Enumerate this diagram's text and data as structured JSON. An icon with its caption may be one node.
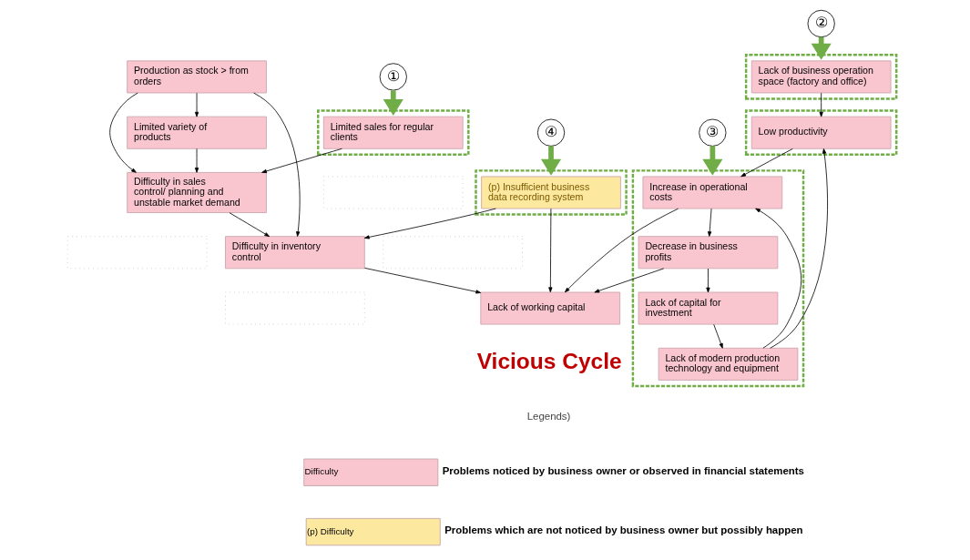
{
  "diagram": {
    "nodes": [
      {
        "text": [
          "Limited variety of products"
        ]
      },
      {
        "text": [
          "Production as stock > from orders"
        ]
      },
      {
        "text": [],
        "shape": "box"
      },
      {
        "text": [
          "Limited sales for regular clients"
        ],
        "in": 2
      },
      {
        "text": [
          "Difficulty in sales control/ planning and unstable market demand"
        ]
      },
      {
        "text": [
          "Difficulty in inventory control"
        ]
      },
      {
        "text": [],
        "shape": "box"
      },
      {
        "text": [
          "(p) Insufficient business data recording system"
        ],
        "in": 6
      },
      {
        "text": [],
        "shape": "box"
      },
      {
        "text": [],
        "shape": "box"
      },
      {
        "text": [],
        "shape": "box"
      },
      {
        "text": [
          "Lack of working capital"
        ]
      },
      {
        "text": [],
        "shape": "box"
      },
      {
        "text": [],
        "shape": "box"
      },
      {
        "text": [
          "Low productivity"
        ],
        "in": 13
      },
      {
        "text": [],
        "shape": "box"
      },
      {
        "text": [
          "Increase in operational costs"
        ],
        "in": 15
      },
      {
        "text": [
          "Decrease in business profits"
        ],
        "in": 15
      },
      {
        "text": [],
        "shape": "box"
      },
      {
        "text": [
          "Lack of business operation space (factory and office)"
        ],
        "in": 18
      },
      {
        "text": [
          "Lack of modern production technology and equipment"
        ],
        "in": 15
      },
      {
        "text": [
          "Lack of capital for investment"
        ],
        "in": 15
      },
      {
        "text": [
          "①"
        ]
      },
      {
        "text": [
          "②"
        ]
      },
      {
        "text": [
          "③"
        ]
      },
      {
        "text": [
          "④"
        ]
      }
    ],
    "edges": [
      {
        "from": 1,
        "to": 0,
        "arrow": "to"
      },
      {
        "from": 1,
        "to": 4,
        "arrow": "to"
      },
      {
        "from": 0,
        "to": 4,
        "arrow": "to"
      },
      {
        "from": 1,
        "to": 5,
        "arrow": "to"
      },
      {
        "from": 3,
        "to": 4,
        "arrow": "to"
      },
      {
        "from": 4,
        "to": 5,
        "arrow": "to"
      },
      {
        "from": 7,
        "to": 5,
        "arrow": "to"
      },
      {
        "from": 5,
        "to": 11,
        "arrow": "to"
      },
      {
        "from": 7,
        "to": 11,
        "arrow": "to"
      },
      {
        "from": 16,
        "to": 11,
        "arrow": "to"
      },
      {
        "from": 17,
        "to": 11,
        "arrow": "to"
      },
      {
        "from": 14,
        "to": 16,
        "arrow": "to"
      },
      {
        "from": 16,
        "to": 17,
        "arrow": "to"
      },
      {
        "from": 17,
        "to": 21,
        "arrow": "to"
      },
      {
        "from": 21,
        "to": 20,
        "arrow": "to"
      },
      {
        "from": 20,
        "to": 16,
        "arrow": "to"
      },
      {
        "from": 20,
        "to": 14,
        "arrow": "to"
      },
      {
        "from": 19,
        "to": 14,
        "arrow": "to"
      },
      {
        "from": 22,
        "to": 2,
        "arrow": "to",
        "style": "thick",
        "color": "#70ad47"
      },
      {
        "from": 23,
        "to": 18,
        "arrow": "to",
        "style": "thick",
        "color": "#70ad47"
      },
      {
        "from": 24,
        "to": 15,
        "arrow": "to",
        "style": "thick",
        "color": "#70ad47"
      },
      {
        "from": 25,
        "to": 6,
        "arrow": "to",
        "style": "thick",
        "color": "#70ad47"
      }
    ],
    "labels": [
      "Vicious Cycle",
      "Legends)",
      "Difficulty",
      "(p) Difficulty"
    ],
    "legend": [
      {
        "text": "Problems noticed by business owner or observed in financial statements",
        "color": "#f9c6d0"
      },
      {
        "text": "Problems which are not noticed by business owner but possibly happen",
        "color": "#fde8a0"
      }
    ]
  }
}
